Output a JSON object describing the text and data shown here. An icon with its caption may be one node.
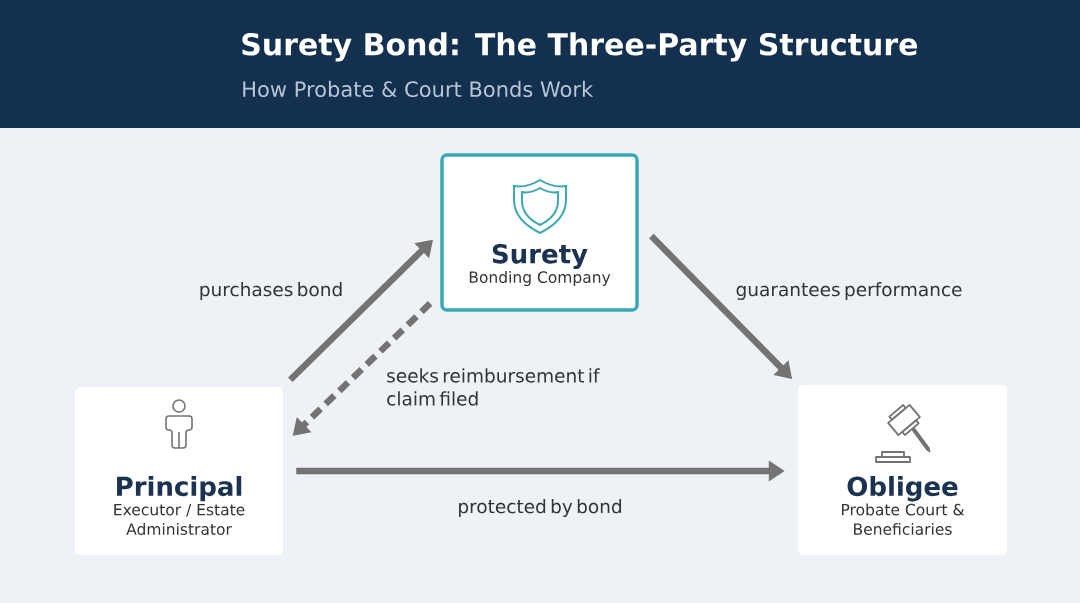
{
  "diagram": {
    "title": "Surety Bond: The Three-Party Structure",
    "caption": "How Probate & Court Bonds Work",
    "nodes": [
      {
        "text": [
          "Surety",
          "Bonding Company"
        ]
      },
      {
        "text": [
          "Principal",
          "Executor / Estate Administrator"
        ]
      },
      {
        "text": [
          "Obligee",
          "Probate Court & Beneficiaries"
        ]
      }
    ],
    "edges": [
      {
        "from": 1,
        "to": 0,
        "arrow": "to",
        "label": "purchases bond"
      },
      {
        "from": 0,
        "to": 2,
        "arrow": "to",
        "label": "guarantees performance"
      },
      {
        "from": 0,
        "to": 1,
        "arrow": "to",
        "label": "seeks reimbursement if claim filed",
        "style": "dashed"
      },
      {
        "from": 1,
        "to": 2,
        "arrow": "to",
        "label": "protected by bond"
      }
    ]
  }
}
